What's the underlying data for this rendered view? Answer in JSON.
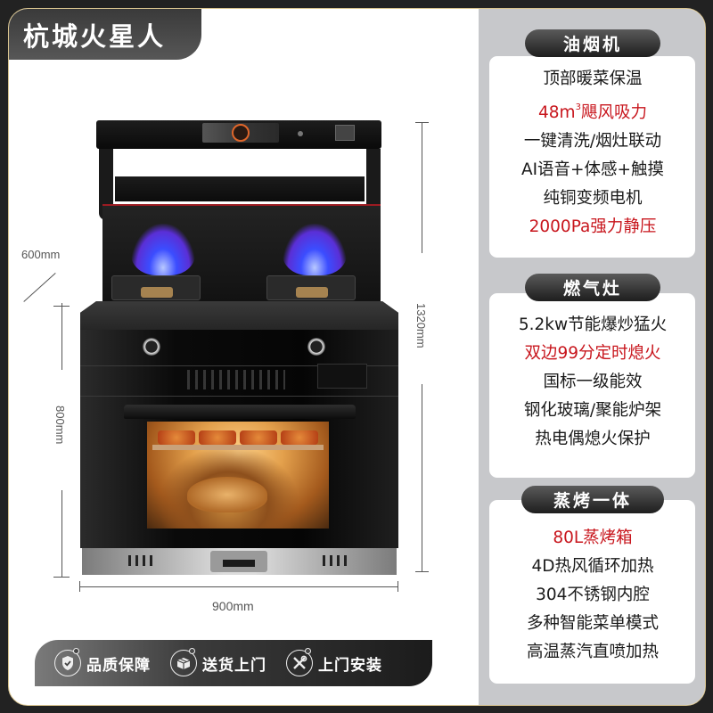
{
  "brand": {
    "name": "杭城火星人"
  },
  "dimensions": {
    "depth": "600mm",
    "cabinet_height": "800mm",
    "total_height": "1320mm",
    "width": "900mm"
  },
  "specs": {
    "range_hood": {
      "title": "油烟机",
      "lines": [
        {
          "text": "顶部暖菜保温",
          "highlight": false
        },
        {
          "text_prefix": "48m",
          "text_sup": "3",
          "text_suffix": "飓风吸力",
          "highlight": true
        },
        {
          "text": "一键清洗/烟灶联动",
          "highlight": false
        },
        {
          "text": "AI语音+体感+触摸",
          "highlight": false
        },
        {
          "text": "纯铜变频电机",
          "highlight": false
        },
        {
          "text": "2000Pa强力静压",
          "highlight": true
        }
      ]
    },
    "gas_stove": {
      "title": "燃气灶",
      "lines": [
        {
          "text": "5.2kw节能爆炒猛火",
          "highlight": false
        },
        {
          "text": "双边99分定时熄火",
          "highlight": true
        },
        {
          "text": "国标一级能效",
          "highlight": false
        },
        {
          "text": "钢化玻璃/聚能炉架",
          "highlight": false
        },
        {
          "text": "热电偶熄火保护",
          "highlight": false
        }
      ]
    },
    "steam_oven": {
      "title": "蒸烤一体",
      "lines": [
        {
          "text": "80L蒸烤箱",
          "highlight": true
        },
        {
          "text": "4D热风循环加热",
          "highlight": false
        },
        {
          "text": "304不锈钢内腔",
          "highlight": false
        },
        {
          "text": "多种智能菜单模式",
          "highlight": false
        },
        {
          "text": "高温蒸汽直喷加热",
          "highlight": false
        }
      ]
    }
  },
  "services": [
    {
      "label": "品质保障",
      "icon": "shield-check-icon"
    },
    {
      "label": "送货上门",
      "icon": "package-box-icon"
    },
    {
      "label": "上门安装",
      "icon": "tools-icon"
    }
  ],
  "colors": {
    "highlight_red": "#c8161d",
    "frame_border": "#d9c48f",
    "panel_gray": "#c7c8cb",
    "outer_bg": "#222222"
  }
}
